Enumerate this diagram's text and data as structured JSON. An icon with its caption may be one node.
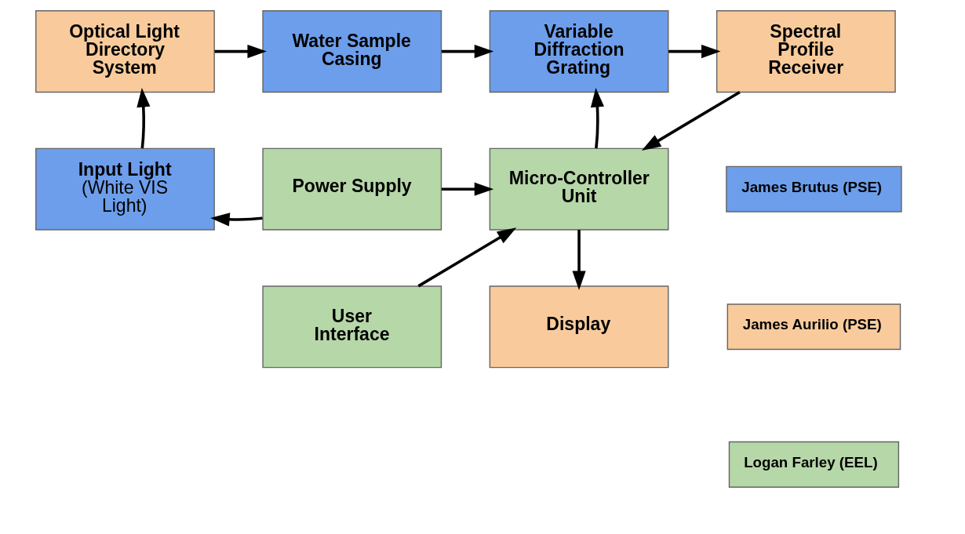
{
  "diagram": {
    "nodes": [
      {
        "text": [
          "Optical Light Directory System"
        ]
      },
      {
        "text": [
          "Water Sample Casing"
        ]
      },
      {
        "text": [
          "Variable Diffraction Grating"
        ]
      },
      {
        "text": [
          "Spectral Profile Receiver"
        ]
      },
      {
        "text": [
          "Input Light",
          "(White VIS Light)"
        ]
      },
      {
        "text": [
          "Power Supply"
        ]
      },
      {
        "text": [
          "Micro-Controller Unit"
        ]
      },
      {
        "text": [
          "User Interface"
        ]
      },
      {
        "text": [
          "Display"
        ]
      }
    ],
    "edges": [
      {
        "from": 0,
        "to": 1,
        "arrow": "to"
      },
      {
        "from": 1,
        "to": 2,
        "arrow": "to"
      },
      {
        "from": 2,
        "to": 3,
        "arrow": "to"
      },
      {
        "from": 4,
        "to": 0,
        "arrow": "to"
      },
      {
        "from": 5,
        "to": 4,
        "arrow": "to"
      },
      {
        "from": 5,
        "to": 6,
        "arrow": "to"
      },
      {
        "from": 6,
        "to": 2,
        "arrow": "to"
      },
      {
        "from": 3,
        "to": 6,
        "arrow": "to"
      },
      {
        "from": 7,
        "to": 6,
        "arrow": "to"
      },
      {
        "from": 6,
        "to": 8,
        "arrow": "to"
      }
    ],
    "legend": [
      {
        "text": "James Brutus (PSE)",
        "color": "#6d9eeb"
      },
      {
        "text": "James Aurilio (PSE)",
        "color": "#f9cb9c"
      },
      {
        "text": "Logan Farley (EEL)",
        "color": "#b6d7a8"
      }
    ]
  }
}
